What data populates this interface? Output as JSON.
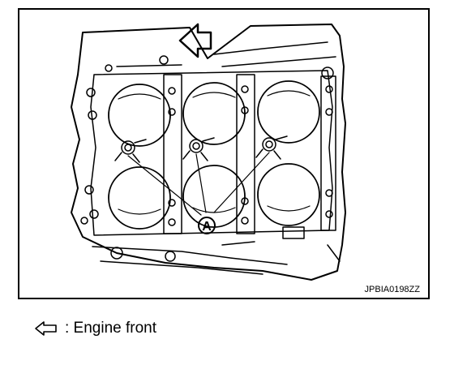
{
  "figure": {
    "code": "JPBIA0198ZZ",
    "callout": "A"
  },
  "legend": {
    "arrow_icon": "hollow-left-arrow-icon",
    "label": ": Engine front"
  }
}
